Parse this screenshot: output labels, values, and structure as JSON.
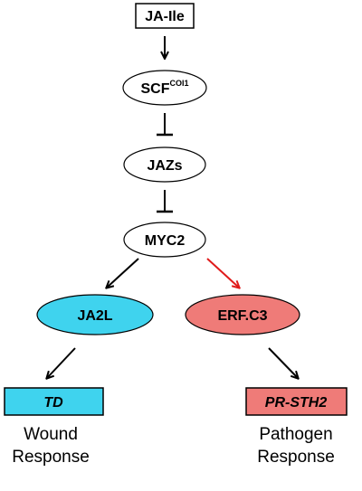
{
  "colors": {
    "ja2l_fill": "#3fd3ee",
    "erf_fill": "#ef7b78",
    "td_fill": "#3fd3ee",
    "prsth2_fill": "#ef7b78",
    "red_arrow": "#e01b1b",
    "black": "#000000"
  },
  "nodes": {
    "ja_ile": "JA-Ile",
    "scf_base": "SCF",
    "scf_sup": "COI1",
    "jazs": "JAZs",
    "myc2": "MYC2",
    "ja2l": "JA2L",
    "erf_c3": "ERF.C3",
    "td": "TD",
    "pr_sth2": "PR-STH2"
  },
  "captions": {
    "wound_line1": "Wound",
    "wound_line2": "Response",
    "pathogen_line1": "Pathogen",
    "pathogen_line2": "Response"
  },
  "edges": [
    {
      "from": "JA-Ile",
      "to": "SCF",
      "type": "activates"
    },
    {
      "from": "SCF",
      "to": "JAZs",
      "type": "inhibits"
    },
    {
      "from": "JAZs",
      "to": "MYC2",
      "type": "inhibits"
    },
    {
      "from": "MYC2",
      "to": "JA2L",
      "type": "activates"
    },
    {
      "from": "MYC2",
      "to": "ERF.C3",
      "type": "activates",
      "highlight": "red"
    },
    {
      "from": "JA2L",
      "to": "TD",
      "type": "activates"
    },
    {
      "from": "ERF.C3",
      "to": "PR-STH2",
      "type": "activates"
    }
  ]
}
